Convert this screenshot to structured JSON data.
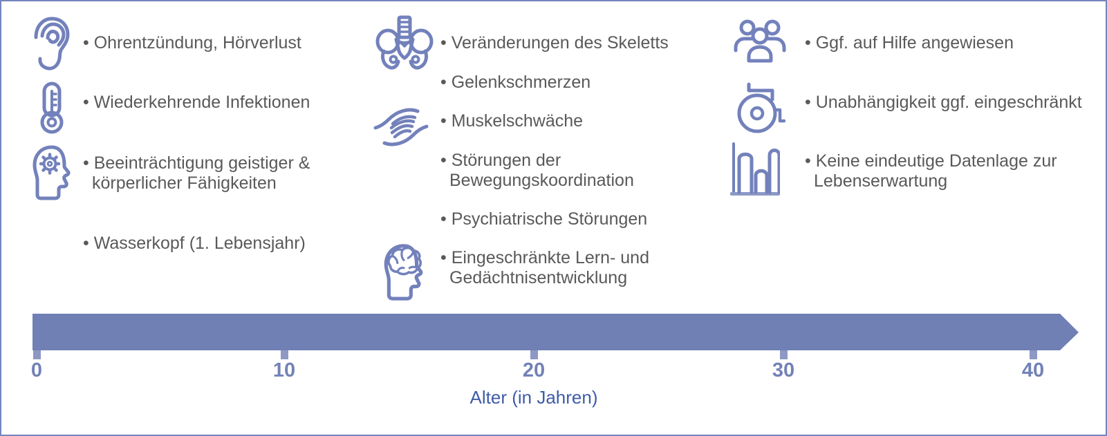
{
  "figure_type": "timeline-infographic",
  "colors": {
    "accent_icon": "#7381BB",
    "timeline_bar": "#7080B4",
    "timeline_tick": "#8D98C5",
    "tick_label": "#7282B6",
    "axis_label": "#3E5CA7",
    "body_text": "#595959",
    "border": "#7484BE"
  },
  "columns": [
    {
      "name": "age-0-10",
      "items": [
        {
          "icon": "ear-icon",
          "lines": [
            "• Ohrentzündung, Hörverlust"
          ]
        },
        {
          "icon": "thermometer-icon",
          "lines": [
            "• Wiederkehrende Infektionen"
          ]
        },
        {
          "icon": "head-gear-icon",
          "lines": [
            "• Beeinträchtigung geistiger &",
            "körperlicher Fähigkeiten"
          ]
        },
        {
          "icon": null,
          "lines": [
            "• Wasserkopf (1. Lebensjahr)"
          ]
        }
      ]
    },
    {
      "name": "age-10-25",
      "items": [
        {
          "icon": "pelvis-icon",
          "lines": [
            "• Veränderungen des Skeletts"
          ]
        },
        {
          "icon": null,
          "lines": [
            "• Gelenkschmerzen"
          ]
        },
        {
          "icon": "hands-icon",
          "lines": [
            "• Muskelschwäche"
          ]
        },
        {
          "icon": null,
          "lines": [
            "• Störungen der",
            "Bewegungskoordination"
          ]
        },
        {
          "icon": null,
          "lines": [
            "• Psychiatrische Störungen"
          ]
        },
        {
          "icon": "head-brain-icon",
          "lines": [
            "• Eingeschränkte Lern- und",
            "Gedächtnisentwicklung"
          ]
        }
      ]
    },
    {
      "name": "age-25-40",
      "items": [
        {
          "icon": "group-icon",
          "lines": [
            "• Ggf. auf Hilfe angewiesen"
          ]
        },
        {
          "icon": "wheelchair-icon",
          "lines": [
            "• Unabhängigkeit ggf. eingeschränkt"
          ]
        },
        {
          "icon": "bar-chart-icon",
          "lines": [
            "• Keine eindeutige Datenlage zur",
            "Lebenserwartung"
          ]
        }
      ]
    }
  ],
  "timeline": {
    "ticks": [
      "0",
      "10",
      "20",
      "30",
      "40"
    ],
    "axis_label": "Alter (in Jahren)"
  }
}
